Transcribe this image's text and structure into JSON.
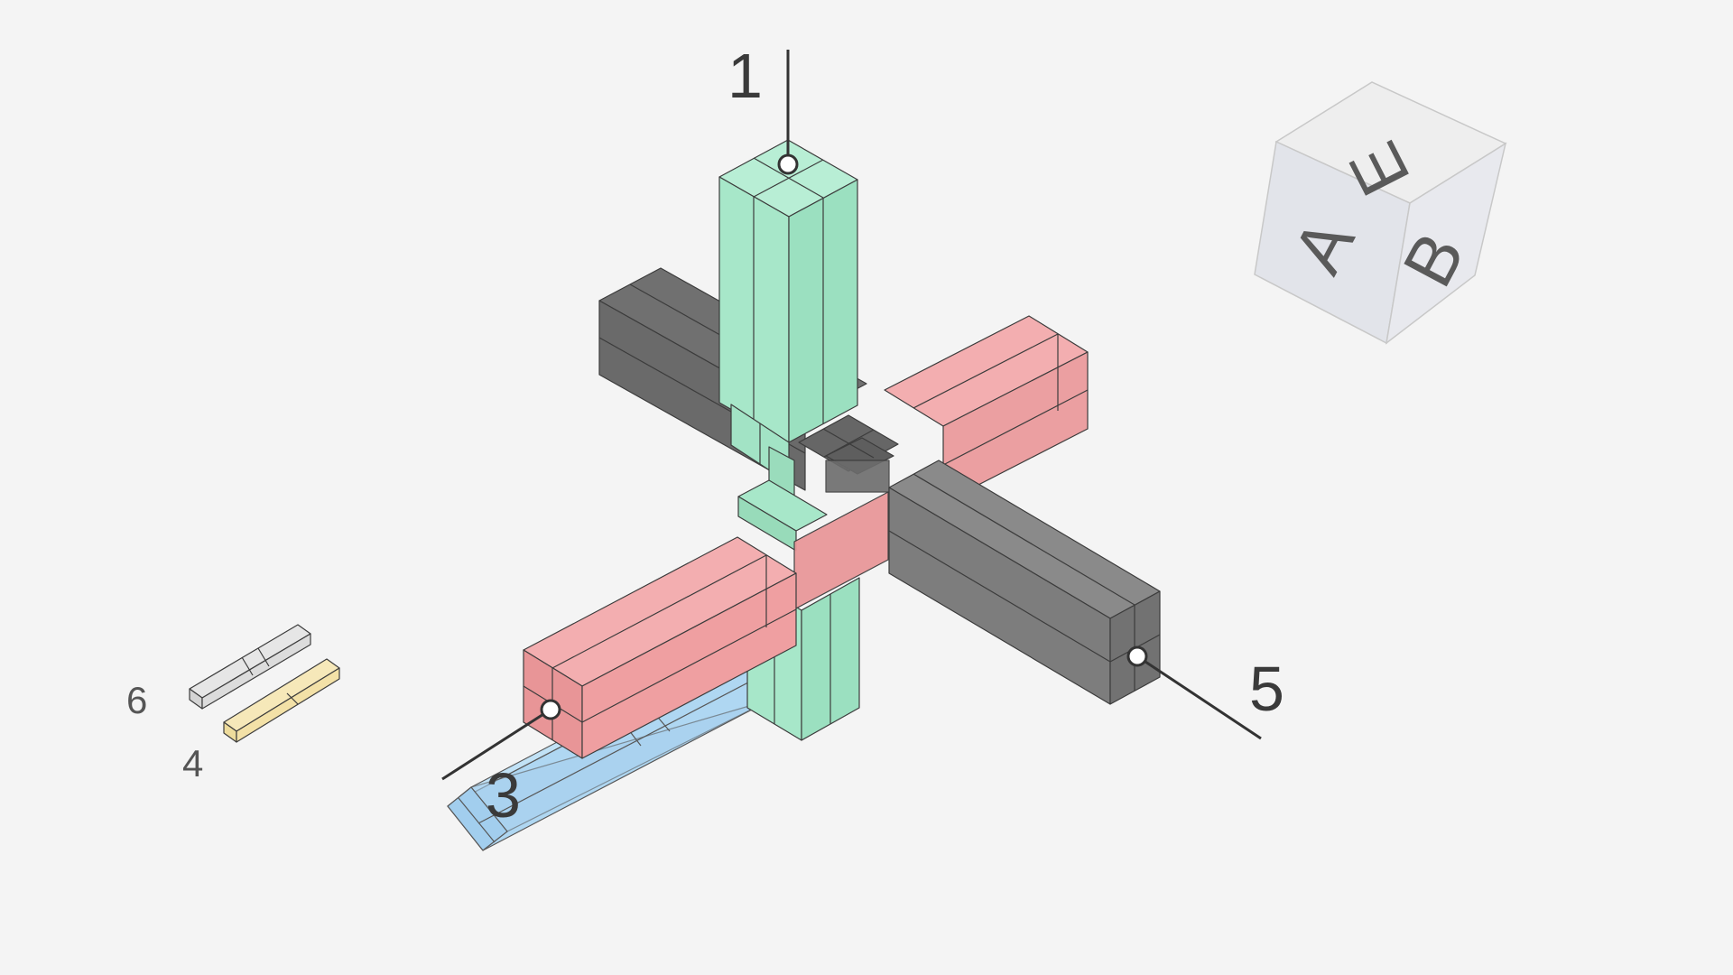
{
  "diagram": {
    "colors": {
      "background": "#f4f4f4",
      "part_1": "#a7e7c9",
      "part_2": "#ef9a9c",
      "part_3": "#a8d6f4",
      "part_5": "#7d7d7d",
      "part_4": "#f3e1a7",
      "part_6": "#dcdcdc"
    },
    "callouts": [
      {
        "id": "part-1",
        "label": "1"
      },
      {
        "id": "part-3",
        "label": "3"
      },
      {
        "id": "part-5",
        "label": "5"
      },
      {
        "id": "part-6",
        "label": "6"
      },
      {
        "id": "part-4",
        "label": "4"
      }
    ],
    "view_cube": {
      "top": "E",
      "left": "A",
      "right": "B"
    }
  }
}
